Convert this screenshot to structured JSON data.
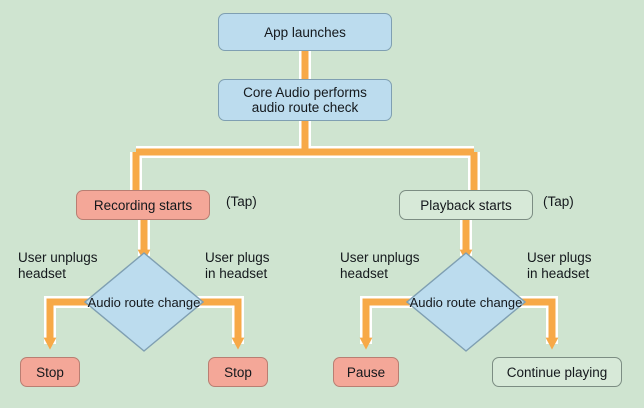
{
  "diagram": {
    "title": "Audio route change handling flowchart",
    "background_color": "#cfe4d0",
    "connector_color": "#f5a martial",
    "nodes": {
      "app_launches": "App launches",
      "core_audio": "Core Audio performs\naudio route check",
      "recording_starts": "Recording starts",
      "playback_starts": "Playback starts",
      "route_change_left": "Audio route\nchange",
      "route_change_right": "Audio route\nchange",
      "stop_left": "Stop",
      "stop_right": "Stop",
      "pause": "Pause",
      "continue_playing": "Continue playing"
    },
    "captions": {
      "tap_left": "(Tap)",
      "tap_right": "(Tap)",
      "unplugs_left": "User unplugs\nheadset",
      "plugs_left": "User plugs\nin headset",
      "unplugs_right": "User unplugs\nheadset",
      "plugs_right": "User plugs\nin headset"
    },
    "colors": {
      "blue_fill": "#bcdcee",
      "pink_fill": "#f4a798",
      "plain_fill": "#d7e9d8",
      "arrow_orange": "#f7a947",
      "arrow_halo": "#ffffff",
      "text": "#14181c"
    }
  }
}
